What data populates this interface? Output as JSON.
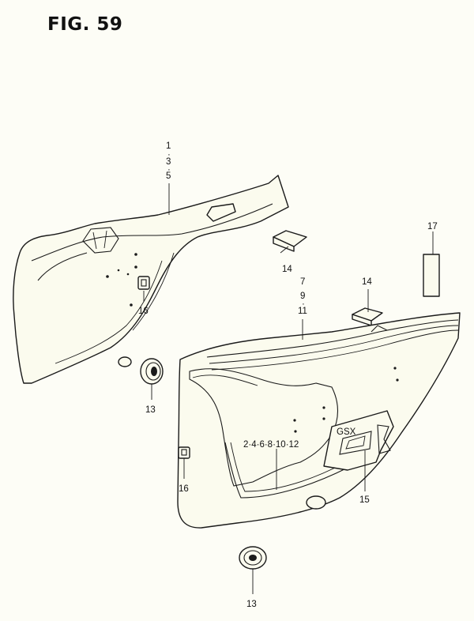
{
  "figure": {
    "title": "FIG. 59"
  },
  "callouts": {
    "c_1_3_5": [
      "1",
      "3",
      "5"
    ],
    "c_7_9_11": [
      "7",
      "9",
      "11"
    ],
    "c_2_12": "2·4·6·8·10·12",
    "c_13a": "13",
    "c_13b": "13",
    "c_14a": "14",
    "c_14b": "14",
    "c_15": "15",
    "c_16a": "16",
    "c_16b": "16",
    "c_17": "17"
  },
  "emblem_text": "GSX"
}
